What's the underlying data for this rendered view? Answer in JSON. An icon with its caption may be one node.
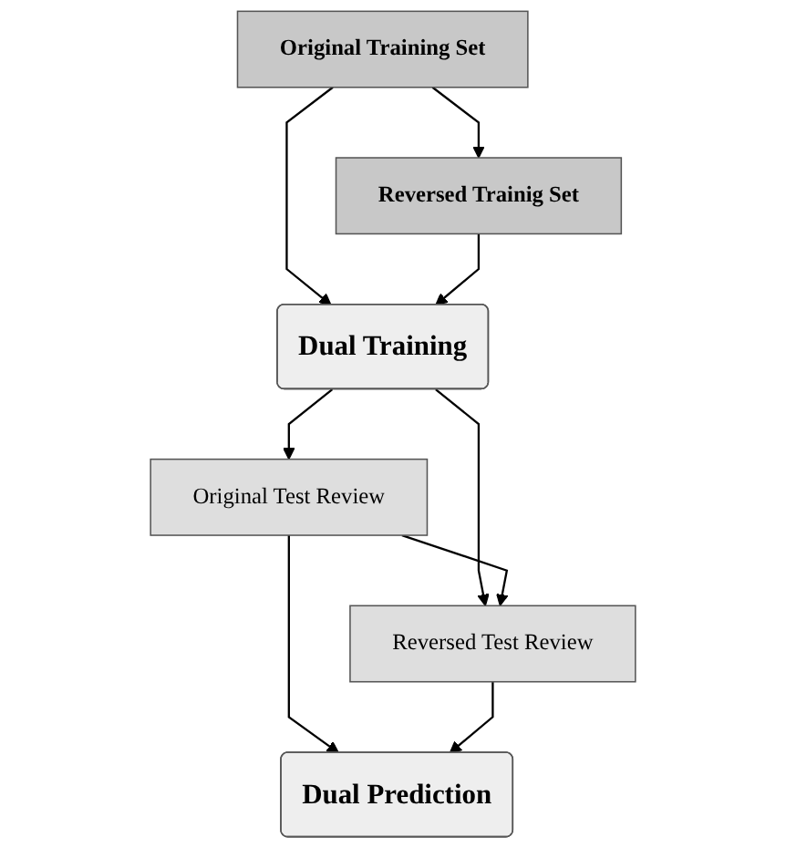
{
  "diagram": {
    "nodes": [
      {
        "text": [
          "Original Training Set"
        ]
      },
      {
        "text": [
          "Reversed Trainig Set"
        ]
      },
      {
        "text": [
          "Dual Training"
        ]
      },
      {
        "text": [
          "Original Test Review"
        ]
      },
      {
        "text": [
          "Reversed Test Review"
        ]
      },
      {
        "text": [
          "Dual Prediction"
        ]
      }
    ],
    "edges": [
      {
        "from": 0,
        "to": 1,
        "arrow": "to"
      },
      {
        "from": 0,
        "to": 2,
        "arrow": "to"
      },
      {
        "from": 1,
        "to": 2,
        "arrow": "to"
      },
      {
        "from": 2,
        "to": 3,
        "arrow": "to"
      },
      {
        "from": 2,
        "to": 4,
        "arrow": "to"
      },
      {
        "from": 3,
        "to": 4,
        "arrow": "to"
      },
      {
        "from": 3,
        "to": 5,
        "arrow": "to"
      },
      {
        "from": 4,
        "to": 5,
        "arrow": "to"
      }
    ]
  }
}
